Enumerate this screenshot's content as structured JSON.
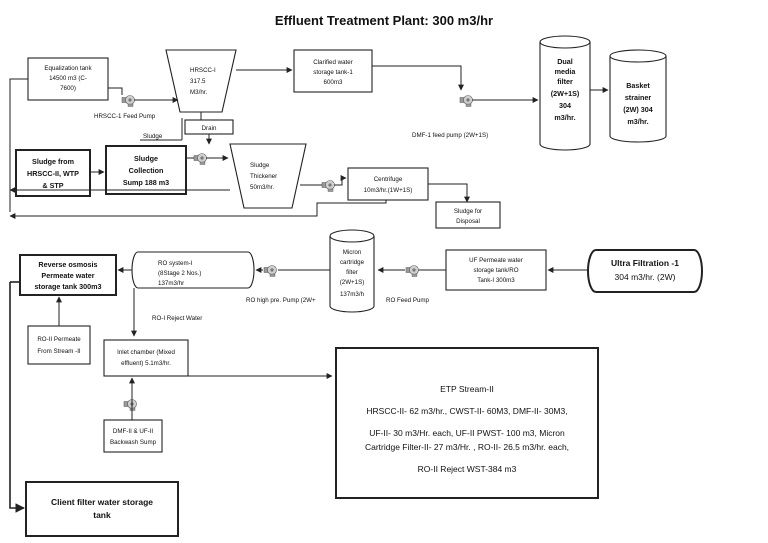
{
  "title": "Effluent Treatment Plant: 300 m3/hr",
  "units": {
    "eq_tank": [
      "Equalization tank",
      "14500 m3 (C-",
      "7600)"
    ],
    "hrscc1_pump": "HRSCC-1 Feed Pump",
    "hrscc1": [
      "HRSCC-I",
      "317.5",
      "M3/hr."
    ],
    "clarified_tank": [
      "Clarified water",
      "storage tank-1",
      "600m3"
    ],
    "dmf1_pump": "DMF-1 feed pump (2W+1S)",
    "dmf": [
      "Dual",
      "media",
      "filter",
      "(2W+1S)",
      "304",
      "m3/hr."
    ],
    "basket": [
      "Basket",
      "strainer",
      "(2W) 304",
      "m3/hr."
    ],
    "drain": "Drain",
    "sludge_label": "Sludge",
    "sludge_from": [
      "Sludge from",
      "HRSCC-II, WTP",
      "& STP"
    ],
    "sump": [
      "Sludge",
      "Collection",
      "Sump 188 m3"
    ],
    "thickener": [
      "Sludge",
      "Thickener",
      "50m3/hr."
    ],
    "centrifuge": [
      "Centrifuge",
      "10m3/hr.(1W+1S)"
    ],
    "sludge_disposal": [
      "Sludge for",
      "Disposal"
    ],
    "ro_permeate_tank": [
      "Reverse osmosis",
      "Permeate water",
      "storage tank 300m3"
    ],
    "ro1": [
      "RO system-I",
      "(8Stage 2 Nos.)",
      "137m3/hr"
    ],
    "ro_hp_pump": "RO high pre. Pump (2W+",
    "micron": [
      "Micron",
      "cartridge",
      "filter",
      "(2W+1S)",
      "137m3/h"
    ],
    "ro_feed_pump": "RO Feed Pump",
    "uf_permeate": [
      "UF Permeate water",
      "storage tank/RO",
      "Tank-I 300m3"
    ],
    "uf": [
      "Ultra Filtration -1",
      "304 m3/hr. (2W)"
    ],
    "ro1_reject": "RO-I Reject Water",
    "ro2_permeate": [
      "RO-II Permeate",
      "From Stream -II"
    ],
    "inlet_chamber": [
      "Inlet chamber (Mixed",
      "effluent) 5.1m3/hr."
    ],
    "dmf2_sump": [
      "DMF-II & UF-II",
      "Backwash Sump"
    ],
    "client_tank": [
      "Client filter water storage",
      "tank"
    ],
    "stream2": [
      "ETP Stream-II",
      "HRSCC-II- 62 m3/hr., CWST-II- 60M3, DMF-II- 30M3,",
      "UF-II- 30 m3/Hr. each, UF-II PWST- 100 m3, Micron",
      "Cartridge Filter-II- 27 m3/Hr. , RO-II- 26.5 m3/hr. each,",
      "RO-II Reject WST-384 m3"
    ]
  }
}
